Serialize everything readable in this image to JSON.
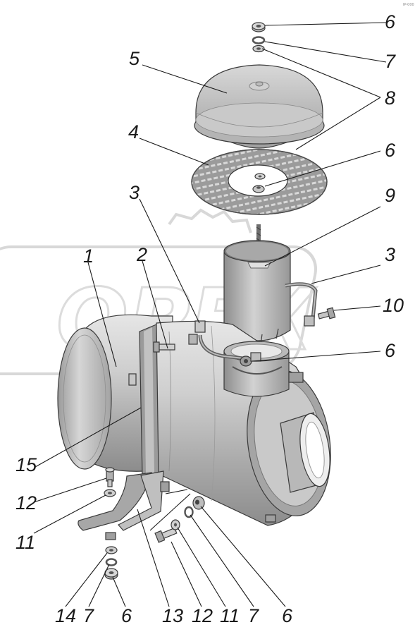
{
  "watermark": "OPEX",
  "corner_mark": "IP-000",
  "callouts": [
    {
      "id": "c6a",
      "label": "6"
    },
    {
      "id": "c7a",
      "label": "7"
    },
    {
      "id": "c5",
      "label": "5"
    },
    {
      "id": "c8",
      "label": "8"
    },
    {
      "id": "c4",
      "label": "4"
    },
    {
      "id": "c6b",
      "label": "6"
    },
    {
      "id": "c3a",
      "label": "3"
    },
    {
      "id": "c9",
      "label": "9"
    },
    {
      "id": "c3b",
      "label": "3"
    },
    {
      "id": "c1",
      "label": "1"
    },
    {
      "id": "c2",
      "label": "2"
    },
    {
      "id": "c10",
      "label": "10"
    },
    {
      "id": "c6c",
      "label": "6"
    },
    {
      "id": "c15",
      "label": "15"
    },
    {
      "id": "c12a",
      "label": "12"
    },
    {
      "id": "c11a",
      "label": "11"
    },
    {
      "id": "c14",
      "label": "14"
    },
    {
      "id": "c7b",
      "label": "7"
    },
    {
      "id": "c6d",
      "label": "6"
    },
    {
      "id": "c13",
      "label": "13"
    },
    {
      "id": "c12b",
      "label": "12"
    },
    {
      "id": "c11b",
      "label": "11"
    },
    {
      "id": "c7c",
      "label": "7"
    },
    {
      "id": "c6e",
      "label": "6"
    }
  ]
}
